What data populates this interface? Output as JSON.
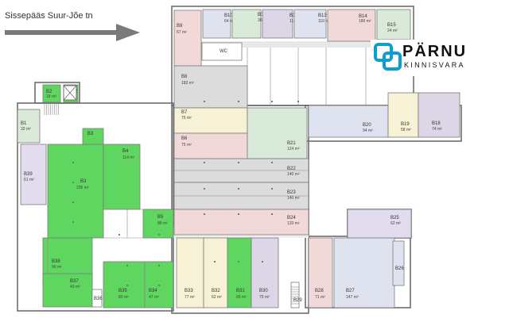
{
  "street_label": "Sissepääs Suur-Jõe tn",
  "logo": {
    "word": "PÄRNU",
    "sub": "KINNISVARA",
    "mark_color": "#0a9fd0"
  },
  "colors": {
    "grey": "#dcdcdc",
    "pink": "#f2d9d9",
    "blue": "#dfe3ef",
    "violet": "#dcd6e6",
    "yellow": "#f7f1d6",
    "mint": "#d9ead9",
    "green": "#5fd65f",
    "green_light": "#8fe08f",
    "lilac": "#e2dcee"
  },
  "rooms": [
    {
      "id": "B9",
      "area": "67 m²",
      "color": "pink"
    },
    {
      "id": "B10",
      "area": "64 m²",
      "color": "blue"
    },
    {
      "id": "B11",
      "area": "30 m²",
      "color": "mint"
    },
    {
      "id": "B12",
      "area": "110 m²",
      "color": "violet"
    },
    {
      "id": "B13",
      "area": "110 m²",
      "color": "blue"
    },
    {
      "id": "B14",
      "area": "180 m²",
      "color": "pink"
    },
    {
      "id": "B15",
      "area": "24 m²",
      "color": "mint"
    },
    {
      "id": "WC",
      "area": "",
      "color": "white"
    },
    {
      "id": "B8",
      "area": "183 m²",
      "color": "grey"
    },
    {
      "id": "B7",
      "area": "75 m²",
      "color": "yellow"
    },
    {
      "id": "B6",
      "area": "75 m²",
      "color": "pink"
    },
    {
      "id": "B21",
      "area": "124 m²",
      "color": "mint"
    },
    {
      "id": "B22",
      "area": "140 m²",
      "color": "grey"
    },
    {
      "id": "B23",
      "area": "140 m²",
      "color": "grey"
    },
    {
      "id": "B24",
      "area": "133 m²",
      "color": "pink"
    },
    {
      "id": "B20",
      "area": "94 m²",
      "color": "blue"
    },
    {
      "id": "B19",
      "area": "58 m²",
      "color": "yellow"
    },
    {
      "id": "B18",
      "area": "74 m²",
      "color": "violet"
    },
    {
      "id": "B1",
      "area": "32 m²",
      "color": "mint"
    },
    {
      "id": "B2",
      "area": "18 m²",
      "color": "green"
    },
    {
      "id": "B39",
      "area": "61 m²",
      "color": "lilac"
    },
    {
      "id": "B3",
      "area": "236 m²",
      "color": "green"
    },
    {
      "id": "B4",
      "area": "114 m²",
      "color": "green"
    },
    {
      "id": "B5",
      "area": "88 m²",
      "color": "green"
    },
    {
      "id": "B38",
      "area": "90 m²",
      "color": "green"
    },
    {
      "id": "B37",
      "area": "43 m²",
      "color": "green"
    },
    {
      "id": "B36",
      "area": "",
      "color": "white"
    },
    {
      "id": "B35",
      "area": "80 m²",
      "color": "green"
    },
    {
      "id": "B34",
      "area": "47 m²",
      "color": "green"
    },
    {
      "id": "B33",
      "area": "77 m²",
      "color": "yellow"
    },
    {
      "id": "B32",
      "area": "62 m²",
      "color": "yellow"
    },
    {
      "id": "B31",
      "area": "65 m²",
      "color": "green"
    },
    {
      "id": "B30",
      "area": "75 m²",
      "color": "violet"
    },
    {
      "id": "B29",
      "area": "",
      "color": "white"
    },
    {
      "id": "B28",
      "area": "71 m²",
      "color": "pink"
    },
    {
      "id": "B27",
      "area": "147 m²",
      "color": "blue"
    },
    {
      "id": "B26",
      "area": "",
      "color": "blue"
    },
    {
      "id": "B25",
      "area": "62 m²",
      "color": "lilac"
    },
    {
      "id": "B3",
      "area": "",
      "color": "green"
    },
    {
      "id": "B2",
      "area": "",
      "color": "green"
    }
  ]
}
